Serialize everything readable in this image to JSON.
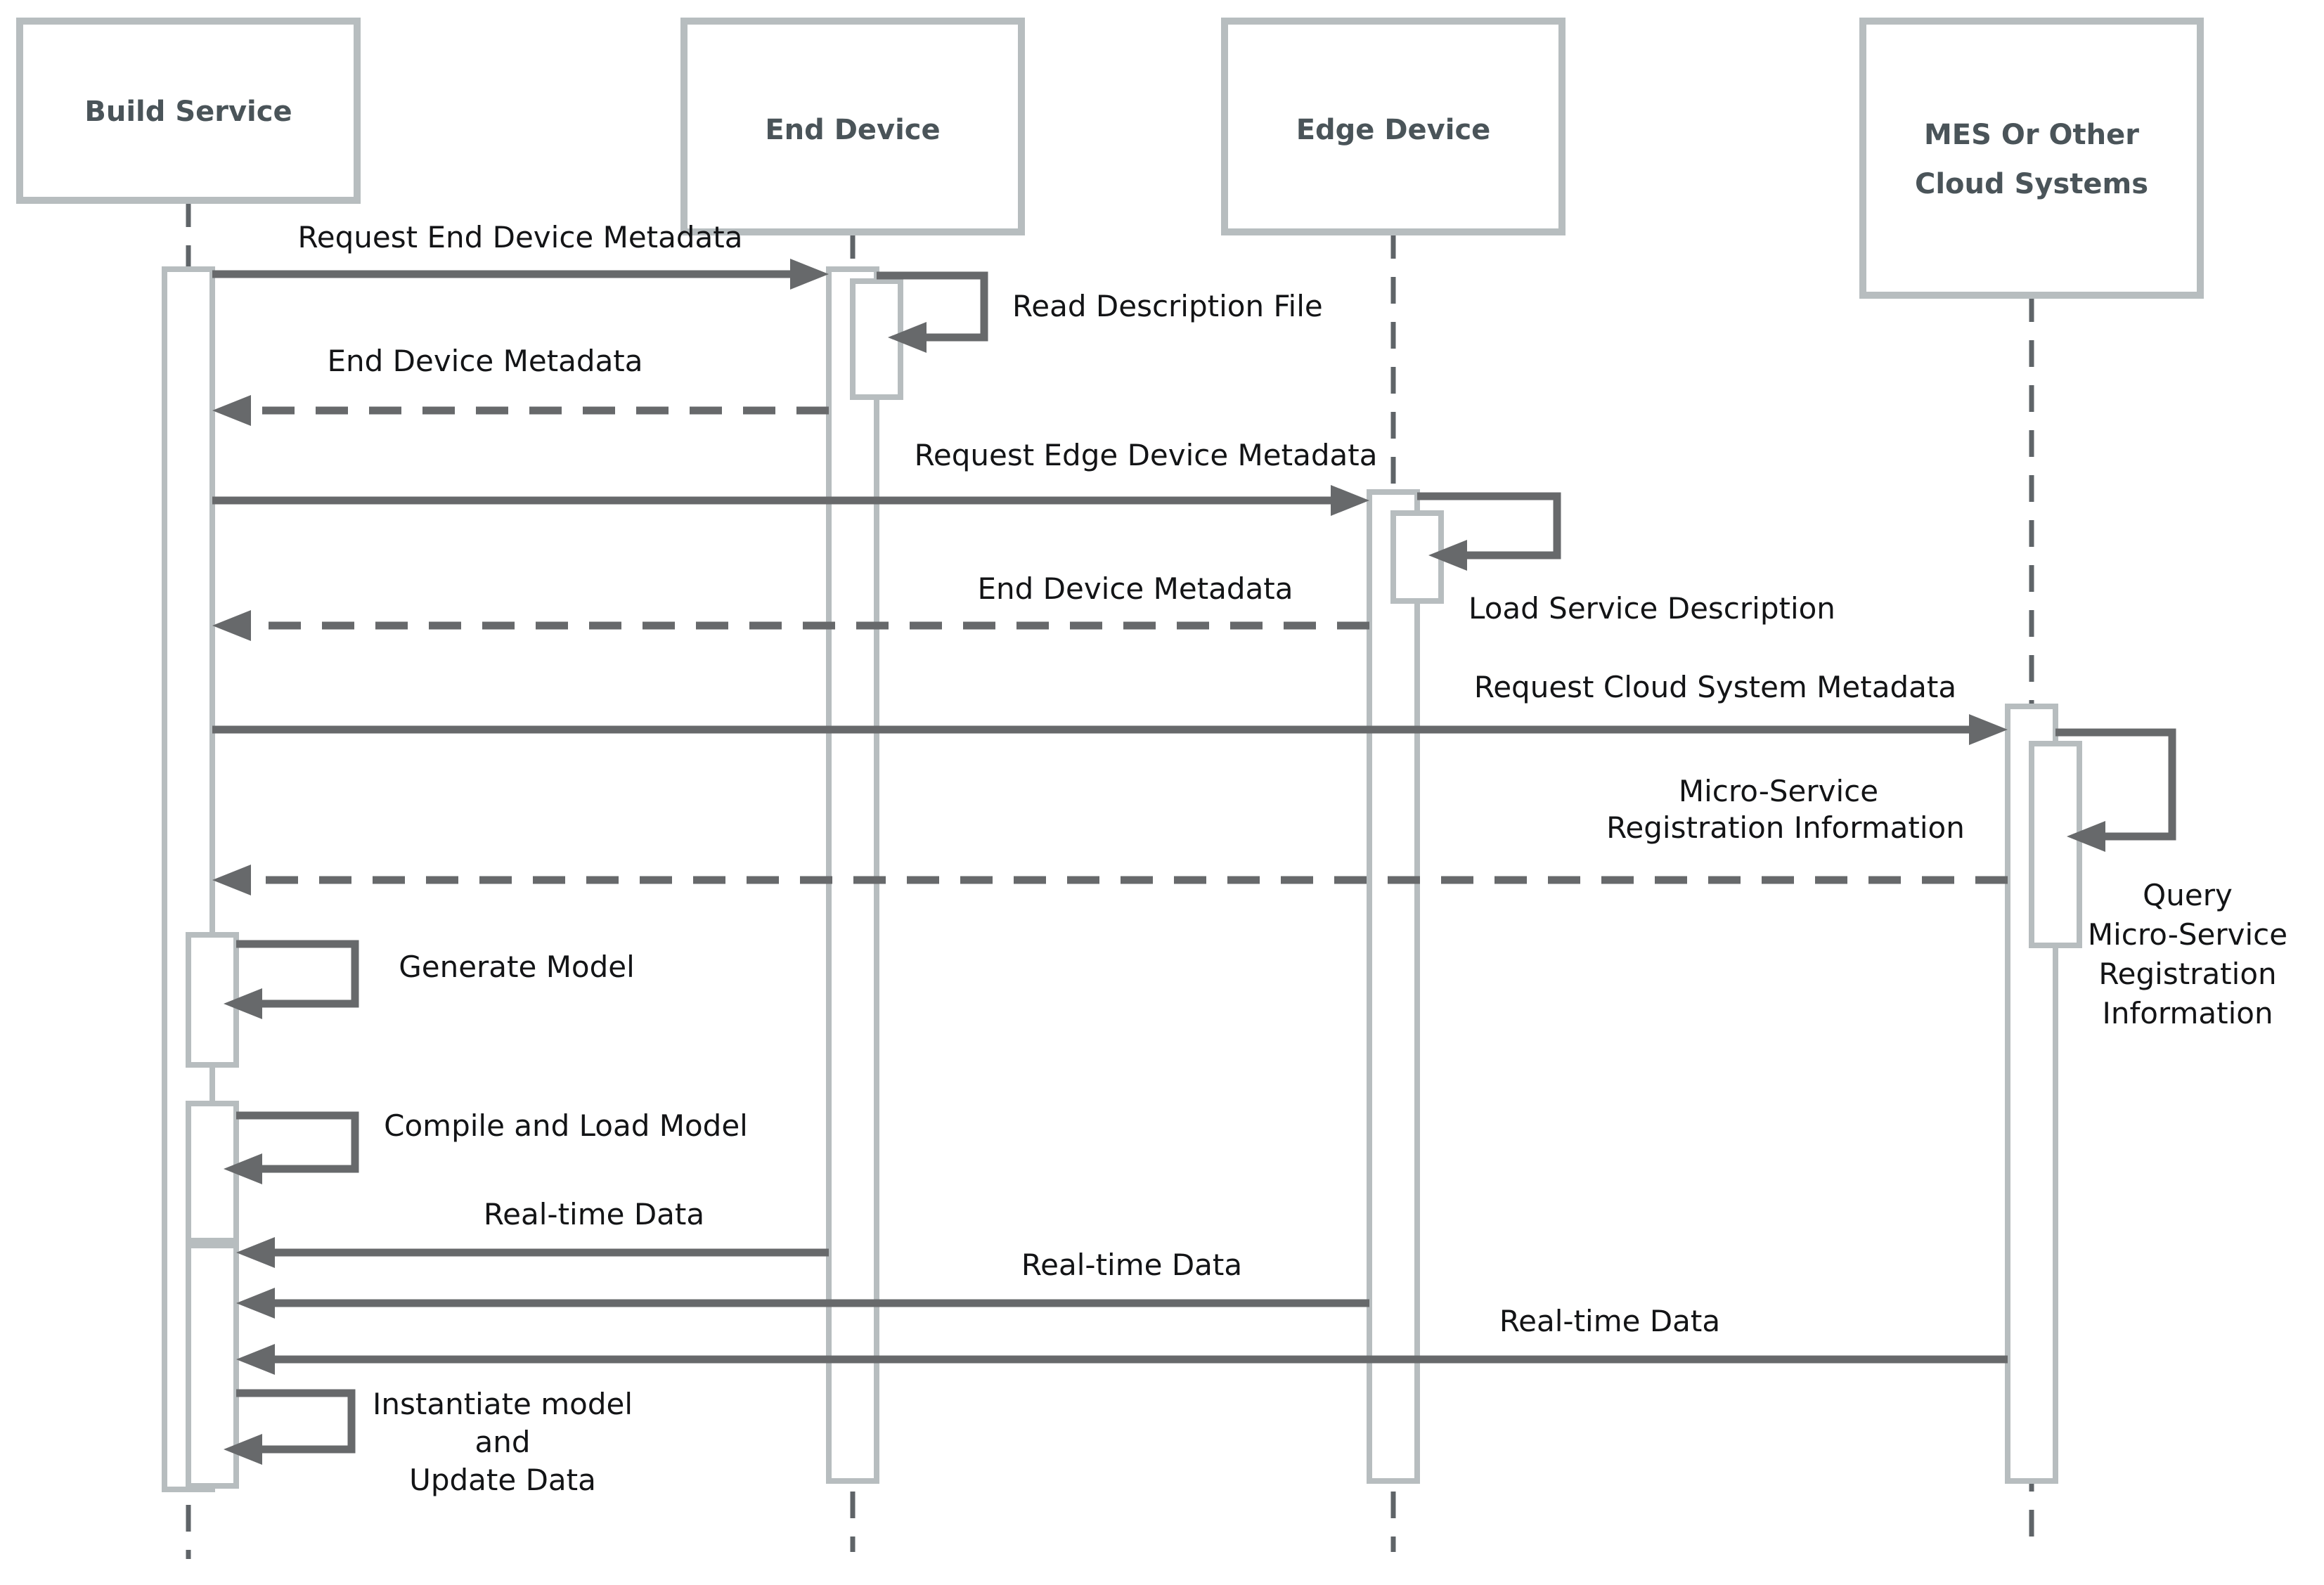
{
  "diagram": {
    "type": "uml-sequence-diagram",
    "colors": {
      "background": "#ffffff",
      "box_border": "#b7bdbf",
      "bar_border": "#b7bdbf",
      "bar_fill": "#ffffff",
      "arrow": "#67696b",
      "lifeline": "#5f6468",
      "actor_text": "#4a5459",
      "message_text": "#131416"
    },
    "actors": [
      {
        "id": "build-service",
        "label": "Build Service"
      },
      {
        "id": "end-device",
        "label": "End Device"
      },
      {
        "id": "edge-device",
        "label": "Edge Device"
      },
      {
        "id": "mes-cloud",
        "label_lines": [
          "MES Or Other",
          "Cloud Systems"
        ]
      }
    ],
    "messages": [
      {
        "n": 1,
        "from": "Build Service",
        "to": "End Device",
        "kind": "request",
        "line": "solid",
        "label": "Request End Device Metadata"
      },
      {
        "n": 2,
        "from": "End Device",
        "to": "End Device",
        "kind": "self",
        "line": "solid",
        "label": "Read Description File"
      },
      {
        "n": 3,
        "from": "End Device",
        "to": "Build Service",
        "kind": "return",
        "line": "dashed",
        "label": "End Device Metadata"
      },
      {
        "n": 4,
        "from": "Build Service",
        "to": "Edge Device",
        "kind": "request",
        "line": "solid",
        "label": "Request Edge Device Metadata"
      },
      {
        "n": 5,
        "from": "Edge Device",
        "to": "Edge Device",
        "kind": "self",
        "line": "solid",
        "label": "Load Service Description"
      },
      {
        "n": 6,
        "from": "Edge Device",
        "to": "Build Service",
        "kind": "return",
        "line": "dashed",
        "label": "End Device Metadata"
      },
      {
        "n": 7,
        "from": "Build Service",
        "to": "MES Or Other Cloud Systems",
        "kind": "request",
        "line": "solid",
        "label": "Request Cloud System Metadata"
      },
      {
        "n": 8,
        "from": "MES Or Other Cloud Systems",
        "to": "MES Or Other Cloud Systems",
        "kind": "self",
        "line": "solid",
        "label_lines": [
          "Query",
          "Micro-Service",
          "Registration",
          "Information"
        ]
      },
      {
        "n": 9,
        "from": "MES Or Other Cloud Systems",
        "to": "Build Service",
        "kind": "return",
        "line": "dashed",
        "label_lines": [
          "Micro-Service",
          "Registration Information"
        ]
      },
      {
        "n": 10,
        "from": "Build Service",
        "to": "Build Service",
        "kind": "self",
        "line": "solid",
        "label": "Generate Model"
      },
      {
        "n": 11,
        "from": "Build Service",
        "to": "Build Service",
        "kind": "self",
        "line": "solid",
        "label": "Compile and  Load Model"
      },
      {
        "n": 12,
        "from": "End Device",
        "to": "Build Service",
        "kind": "data",
        "line": "solid",
        "label": "Real-time Data"
      },
      {
        "n": 13,
        "from": "Edge Device",
        "to": "Build Service",
        "kind": "data",
        "line": "solid",
        "label": "Real-time Data"
      },
      {
        "n": 14,
        "from": "MES Or Other Cloud Systems",
        "to": "Build Service",
        "kind": "data",
        "line": "solid",
        "label": "Real-time Data"
      },
      {
        "n": 15,
        "from": "Build Service",
        "to": "Build Service",
        "kind": "self",
        "line": "solid",
        "label_lines": [
          "Instantiate model",
          "and",
          "Update Data"
        ]
      }
    ]
  }
}
